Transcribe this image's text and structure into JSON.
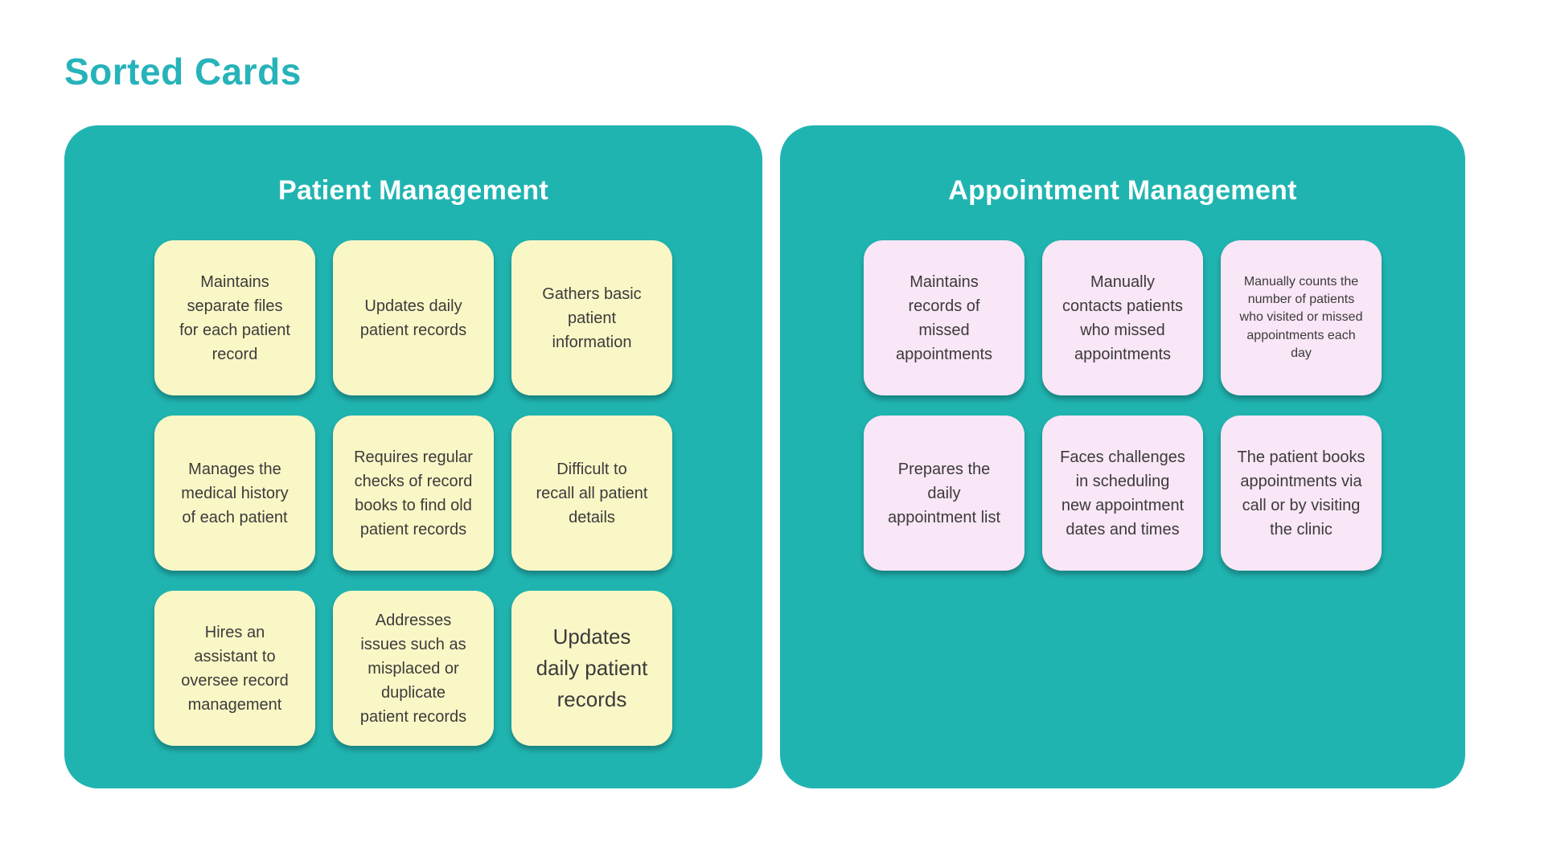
{
  "page": {
    "title": "Sorted Cards"
  },
  "colors": {
    "accent_teal": "#26B3BA",
    "panel_teal": "#20B4B1",
    "card_yellow": "#FAF7C6",
    "card_pink": "#F9E6F6",
    "card_text": "#3B3B3B",
    "panel_title_text": "#FFFFFF",
    "page_background": "#FFFFFF"
  },
  "panels": [
    {
      "title": "Patient Management",
      "card_color": "yellow",
      "cards": [
        {
          "text": "Maintains\nseparate files\nfor each patient\nrecord",
          "size": "normal"
        },
        {
          "text": "Updates daily\npatient records",
          "size": "normal"
        },
        {
          "text": "Gathers basic\npatient\ninformation",
          "size": "normal"
        },
        {
          "text": "Manages the\nmedical history\nof each patient",
          "size": "normal"
        },
        {
          "text": "Requires regular\nchecks of record\nbooks to find old\npatient records",
          "size": "normal"
        },
        {
          "text": "Difficult to\nrecall all patient\ndetails",
          "size": "normal"
        },
        {
          "text": "Hires an\nassistant to\noversee record\nmanagement",
          "size": "normal"
        },
        {
          "text": "Addresses\nissues such as\nmisplaced or\nduplicate\npatient records",
          "size": "normal"
        },
        {
          "text": "Updates\ndaily patient\nrecords",
          "size": "large"
        }
      ]
    },
    {
      "title": "Appointment Management",
      "card_color": "pink",
      "cards": [
        {
          "text": "Maintains\nrecords of\nmissed\nappointments",
          "size": "normal"
        },
        {
          "text": "Manually\ncontacts patients\nwho missed\nappointments",
          "size": "normal"
        },
        {
          "text": "Manually counts the\nnumber of patients\nwho visited or missed\nappointments each\nday",
          "size": "small"
        },
        {
          "text": "Prepares the\ndaily\nappointment list",
          "size": "normal"
        },
        {
          "text": "Faces challenges\nin scheduling\nnew appointment\ndates and times",
          "size": "normal"
        },
        {
          "text": "The patient books\nappointments via\ncall or by visiting\nthe clinic",
          "size": "normal"
        }
      ]
    }
  ]
}
